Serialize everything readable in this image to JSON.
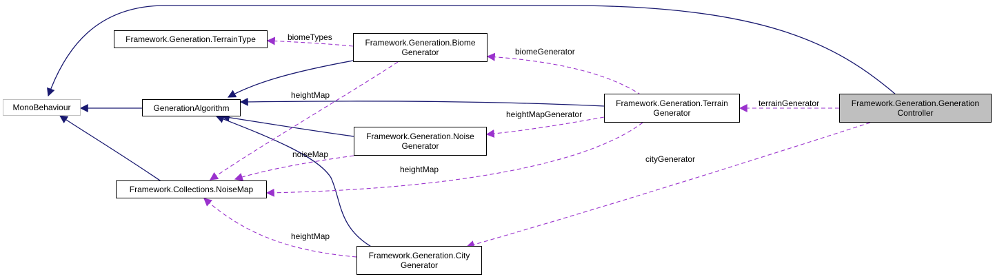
{
  "colors": {
    "inheritance": "#191970",
    "usage": "#9a32cd",
    "node_border": "#000000",
    "external_border": "#bfbfbf",
    "focus_fill": "#bfbfbf"
  },
  "nodes": {
    "mono": {
      "lines": [
        "MonoBehaviour"
      ]
    },
    "terrain_type": {
      "lines": [
        "Framework.Generation.TerrainType"
      ]
    },
    "gen_algo": {
      "lines": [
        "GenerationAlgorithm"
      ]
    },
    "noise_map": {
      "lines": [
        "Framework.Collections.NoiseMap"
      ]
    },
    "biome_gen": {
      "lines": [
        "Framework.Generation.Biome",
        "Generator"
      ]
    },
    "noise_gen": {
      "lines": [
        "Framework.Generation.Noise",
        "Generator"
      ]
    },
    "city_gen": {
      "lines": [
        "Framework.Generation.City",
        "Generator"
      ]
    },
    "terrain_gen": {
      "lines": [
        "Framework.Generation.Terrain",
        "Generator"
      ]
    },
    "gen_ctrl": {
      "lines": [
        "Framework.Generation.Generation",
        "Controller"
      ]
    }
  },
  "edge_labels": {
    "biome_types": "biomeTypes",
    "biome_generator": "biomeGenerator",
    "height_map_biome": "heightMap",
    "terrain_generator": "terrainGenerator",
    "height_map_generator": "heightMapGenerator",
    "noise_map_label": "noiseMap",
    "height_map_terrain": "heightMap",
    "city_generator": "cityGenerator",
    "height_map_city": "heightMap"
  }
}
